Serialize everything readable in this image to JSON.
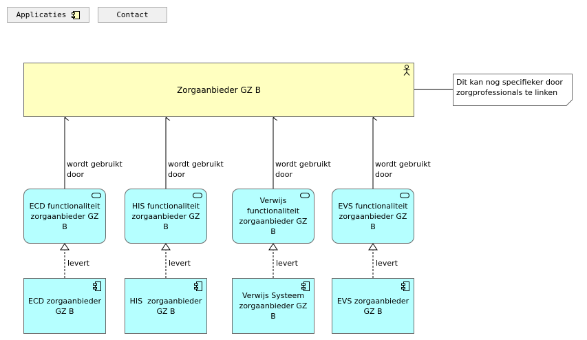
{
  "toolbar": {
    "applicaties_label": "Applicaties",
    "contact_label": "Contact"
  },
  "actor": {
    "label": "Zorgaanbieder GZ B"
  },
  "note": {
    "text": "Dit kan nog specifieker door zorgprofessionals te linken"
  },
  "functions": [
    {
      "label": "ECD functionaliteit zorgaanbieder GZ B"
    },
    {
      "label": "HIS functionaliteit zorgaanbieder GZ B"
    },
    {
      "label": "Verwijs functionaliteit zorgaanbieder GZ B"
    },
    {
      "label": "EVS functionaliteit zorgaanbieder GZ B"
    }
  ],
  "components": [
    {
      "label": "ECD zorgaanbieder GZ B"
    },
    {
      "label": "HIS  zorgaanbieder GZ B"
    },
    {
      "label": "Verwijs Systeem zorgaanbieder GZ B"
    },
    {
      "label": "EVS zorgaanbieder GZ B"
    }
  ],
  "relations": {
    "used_by": "wordt gebruikt\ndoor",
    "realizes": "levert"
  },
  "colors": {
    "actor_fill": "#ffffc0",
    "element_fill": "#b5ffff",
    "border": "#6b6b6b"
  },
  "icons": [
    "application-icon",
    "actor-icon",
    "service-icon",
    "component-icon"
  ]
}
